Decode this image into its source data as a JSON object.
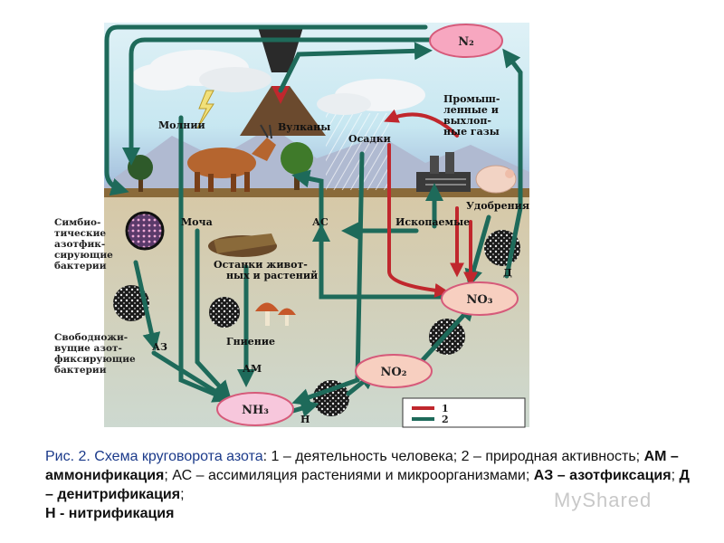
{
  "nodes": {
    "n2": "N₂",
    "nh3": "NH₃",
    "no2": "NO₂",
    "no3": "NO₃"
  },
  "labels": {
    "lightning": "Молнии",
    "volcanoes": "Вулканы",
    "precipitation": "Осадки",
    "industrial": [
      "Промыш-",
      "ленные и",
      "выхлоп-",
      "ные газы"
    ],
    "urine": "Моча",
    "as": "АС",
    "fossils": "Ископаемые",
    "fertilizers": "Удобрения",
    "remains": [
      "Останки живот-",
      "ных и растений"
    ],
    "rotting": "Гниение",
    "am": "АМ",
    "az": "АЗ",
    "n": "Н",
    "d": "Д"
  },
  "side_labels": {
    "symbiotic": [
      "Симбио-",
      "тические",
      "азотфик-",
      "сирующие",
      "бактерии"
    ],
    "free_living": [
      "Свободножи-",
      "вущие азот-",
      "фиксирующие",
      "бактерии"
    ]
  },
  "legend": [
    {
      "label": "1",
      "color": "#c0272d"
    },
    {
      "label": "2",
      "color": "#1e6a5a"
    }
  ],
  "caption": {
    "c1": "Рис. 2. Схема круговорота азота",
    "c2": ": 1 – деятельность человека; 2 – природная активность; ",
    "c3": "АМ – аммонификация",
    "c4": "; АС – ассимиляция растениями и микроорганизмами; ",
    "c5": "АЗ – азотфиксация",
    "c6": "; ",
    "c7": "Д – денитрификация",
    "c8": ";",
    "c9": "Н - нитрификация"
  },
  "watermark": "MyShared",
  "colors": {
    "human": "#c0272d",
    "natural": "#1e6a5a",
    "node_fill": "#f7b8c4",
    "node_stroke": "#d65a7a"
  }
}
